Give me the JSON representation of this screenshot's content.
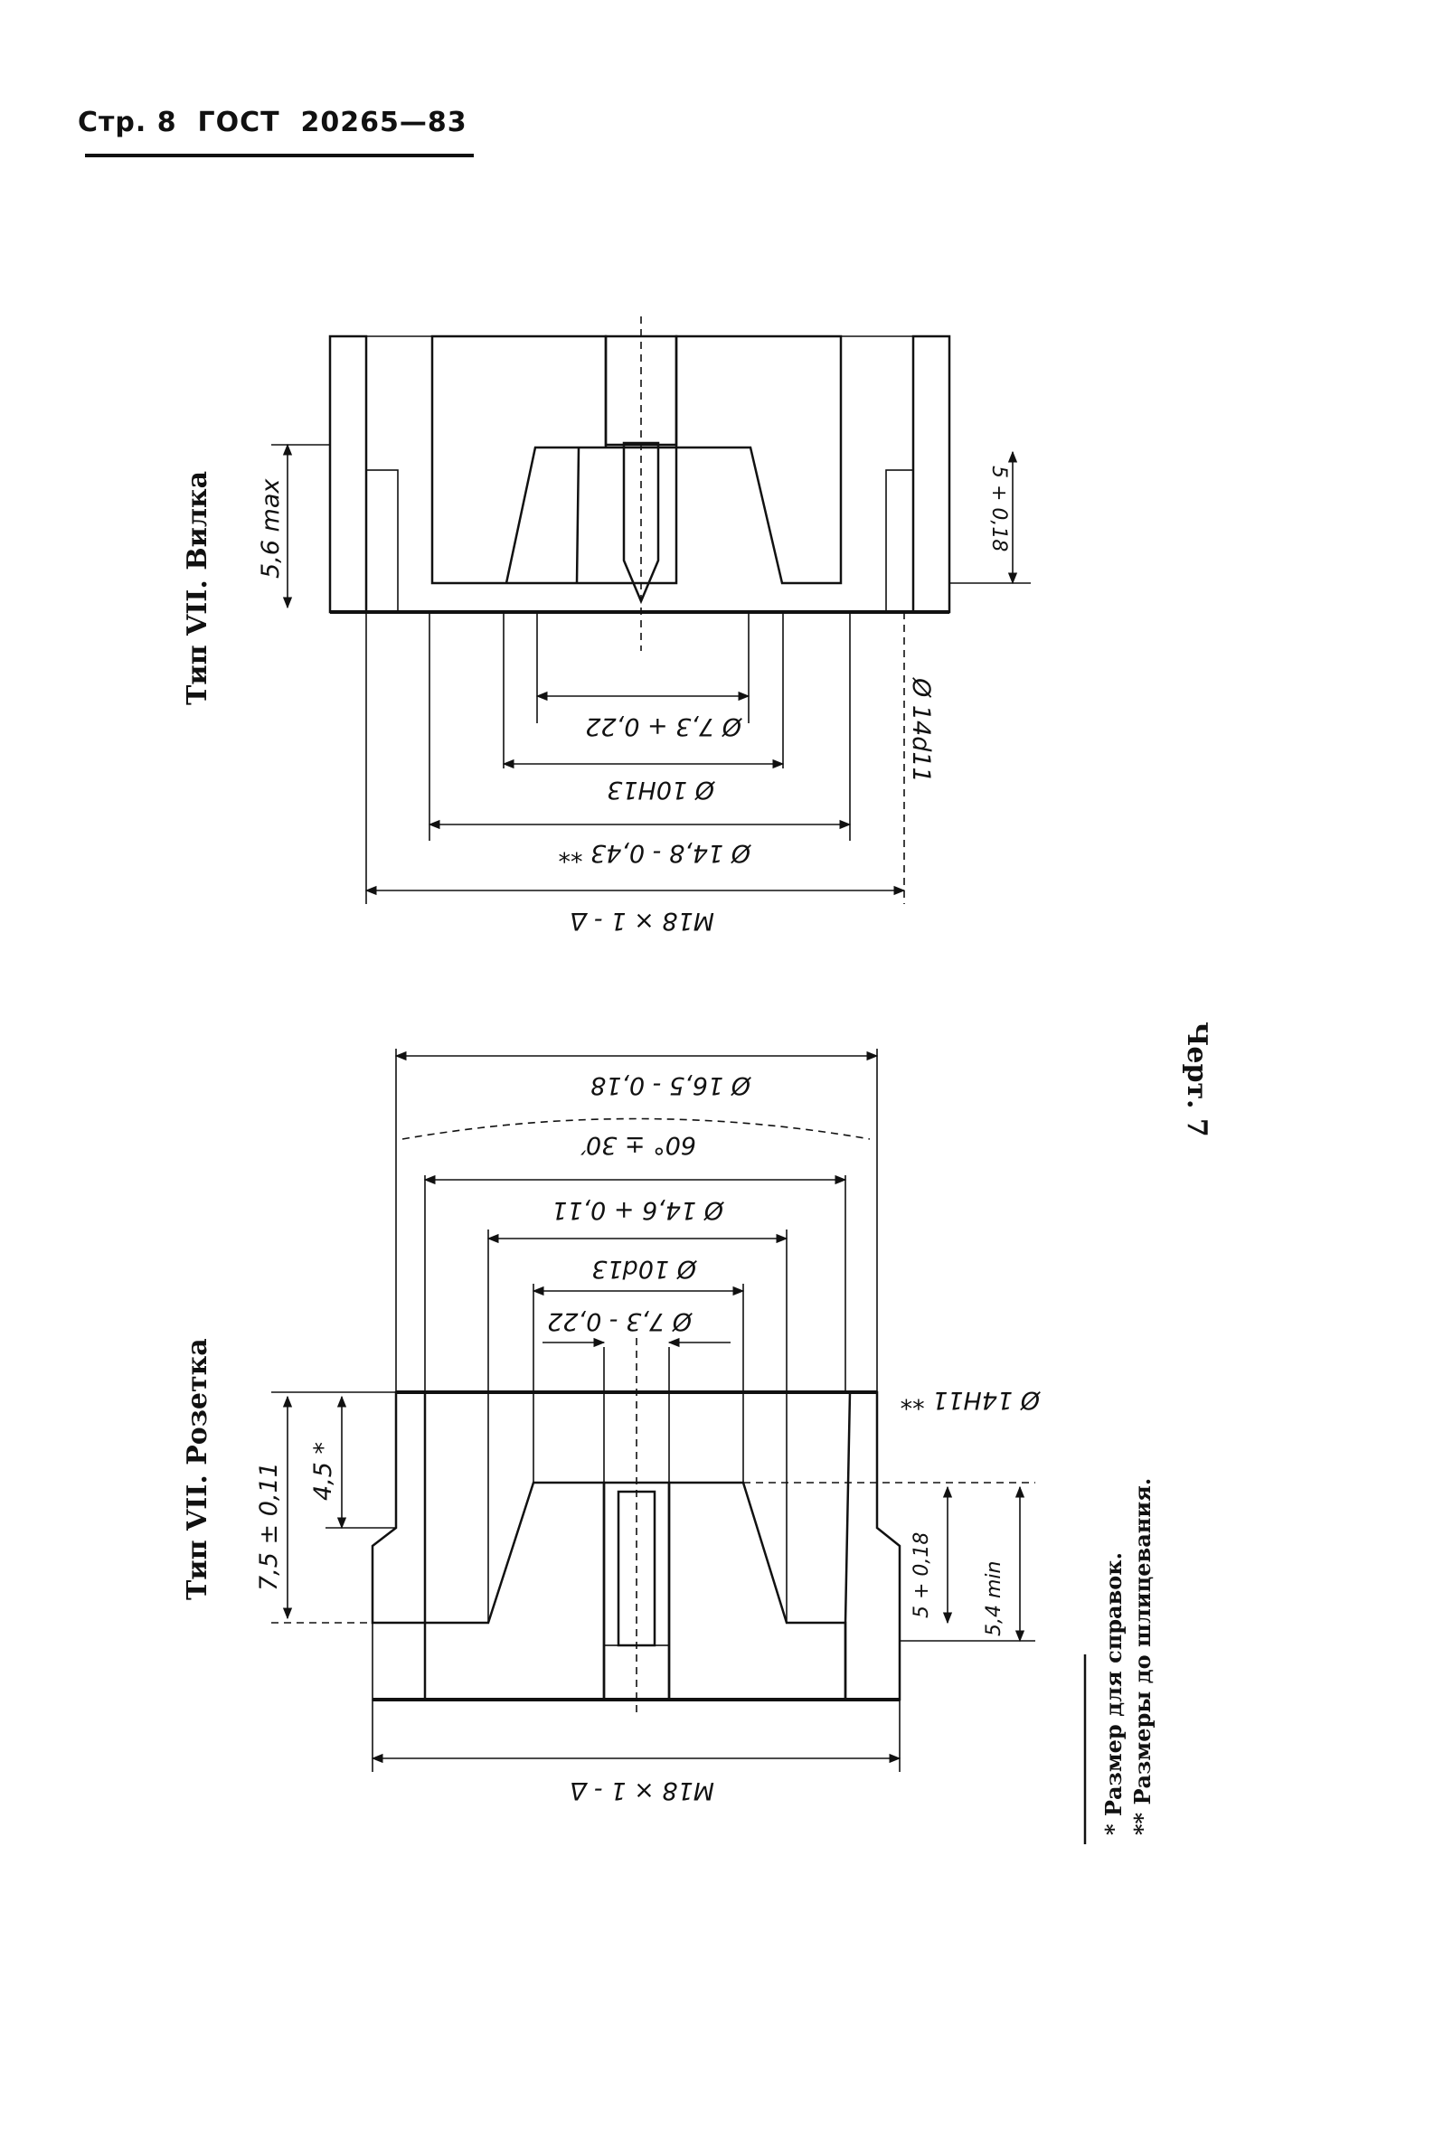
{
  "header": {
    "text": "Стр. 8  ГОСТ  20265—83"
  },
  "figure": {
    "caption": "Черт. 7"
  },
  "plug": {
    "title": "Тип VII. Вилка",
    "dims": {
      "height_max": "5,6 max",
      "depth": "5 + 0,18",
      "pin_dia": "Ø 7,3 + 0,22",
      "bore_dia": "Ø 10H13",
      "outer_dia": "Ø 14,8 - 0,43 **",
      "hole_dia": "Ø 14d11",
      "thread": "M18 × 1 - Δ"
    }
  },
  "socket": {
    "title": "Тип VII. Розетка",
    "dims": {
      "outer_dia": "Ø 16,5 - 0,18",
      "angle": "60° ± 30′",
      "recess_dia": "Ø 14,6 + 0,11",
      "bore_dia": "Ø 10d13",
      "pin_dia": "Ø 7,3 - 0,22",
      "fit_dia": "Ø 14H11 **",
      "height": "7,5 ± 0,11",
      "step": "4,5 *",
      "depth": "5 + 0,18",
      "depth_min": "5,4 min",
      "thread": "M18 × 1 - Δ"
    }
  },
  "notes": {
    "n1": "* Размер для справок.",
    "n2": "** Размеры до шлицевания."
  }
}
